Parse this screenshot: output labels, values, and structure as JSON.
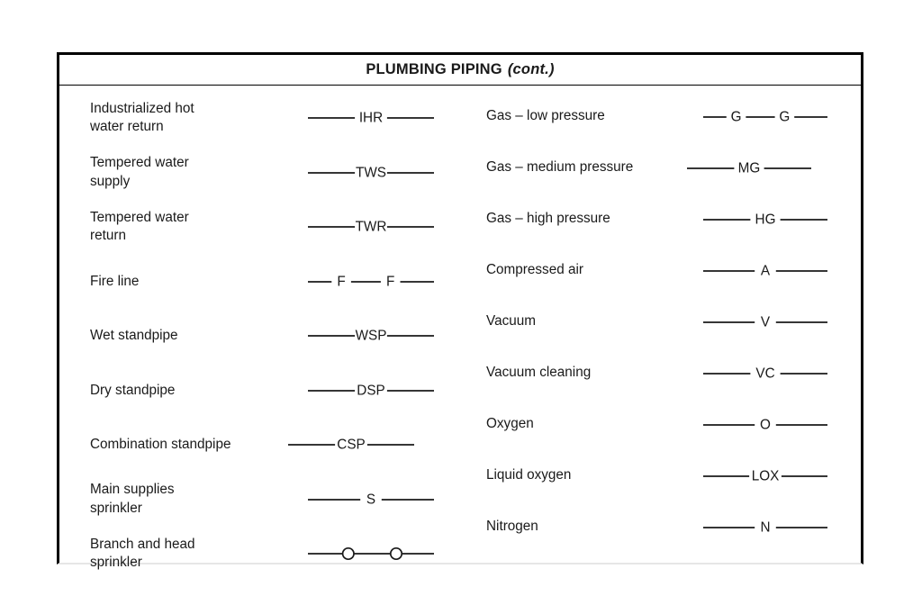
{
  "title": {
    "main": "PLUMBING PIPING",
    "cont": "(cont.)"
  },
  "colors": {
    "border": "#000000",
    "line": "#1a1a1a",
    "text": "#1a1a1a",
    "background": "#ffffff",
    "bottom_rule": "#e6e6e6"
  },
  "left_column": [
    {
      "label": "Industrialized hot\nwater return",
      "abbreviation": "IHR",
      "symbol_type": "labeled-line"
    },
    {
      "label": "Tempered water\nsupply",
      "abbreviation": "TWS",
      "symbol_type": "labeled-line"
    },
    {
      "label": "Tempered water\nreturn",
      "abbreviation": "TWR",
      "symbol_type": "labeled-line"
    },
    {
      "label": "Fire line",
      "abbreviation": "F",
      "symbol_type": "repeating-labeled-line"
    },
    {
      "label": "Wet standpipe",
      "abbreviation": "WSP",
      "symbol_type": "labeled-line"
    },
    {
      "label": "Dry standpipe",
      "abbreviation": "DSP",
      "symbol_type": "labeled-line"
    },
    {
      "label": "Combination standpipe",
      "abbreviation": "CSP",
      "symbol_type": "labeled-line",
      "wide_label": true
    },
    {
      "label": "Main supplies\nsprinkler",
      "abbreviation": "S",
      "symbol_type": "labeled-line"
    },
    {
      "label": "Branch and head\nsprinkler",
      "abbreviation": "",
      "symbol_type": "circles-line"
    }
  ],
  "right_column": [
    {
      "label": "Gas – low pressure",
      "abbreviation": "G",
      "symbol_type": "repeating-labeled-line"
    },
    {
      "label": "Gas – medium pressure",
      "abbreviation": "MG",
      "symbol_type": "labeled-line",
      "wide_label": true
    },
    {
      "label": "Gas – high pressure",
      "abbreviation": "HG",
      "symbol_type": "labeled-line"
    },
    {
      "label": "Compressed air",
      "abbreviation": "A",
      "symbol_type": "labeled-line"
    },
    {
      "label": "Vacuum",
      "abbreviation": "V",
      "symbol_type": "labeled-line"
    },
    {
      "label": "Vacuum cleaning",
      "abbreviation": "VC",
      "symbol_type": "labeled-line"
    },
    {
      "label": "Oxygen",
      "abbreviation": "O",
      "symbol_type": "labeled-line"
    },
    {
      "label": "Liquid oxygen",
      "abbreviation": "LOX",
      "symbol_type": "labeled-line"
    },
    {
      "label": "Nitrogen",
      "abbreviation": "N",
      "symbol_type": "labeled-line"
    }
  ]
}
